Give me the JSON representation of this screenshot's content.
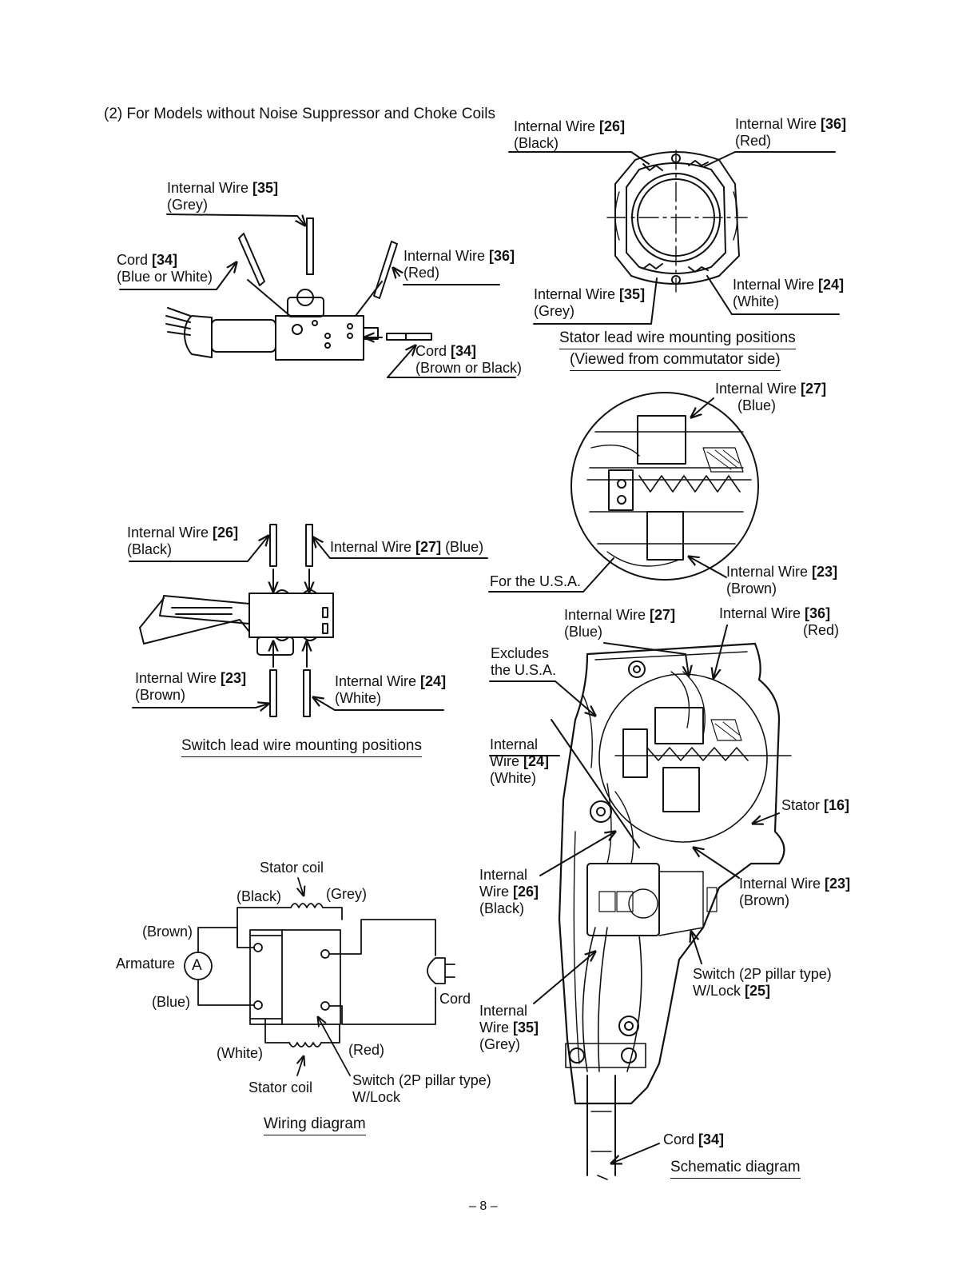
{
  "heading": "(2) For Models without Noise Suppressor and Choke Coils",
  "captions": {
    "stator": "Stator lead wire mounting positions",
    "stator_sub": "(Viewed from commutator side)",
    "switch": "Switch lead wire mounting positions",
    "wiring": "Wiring diagram",
    "schematic": "Schematic diagram"
  },
  "switch_top": {
    "w35": {
      "name": "Internal Wire ",
      "num": "[35]",
      "color": "(Grey)"
    },
    "c34a": {
      "name": "Cord ",
      "num": "[34]",
      "color": "(Blue or White)"
    },
    "w36": {
      "name": "Internal Wire ",
      "num": "[36]",
      "color": "(Red)"
    },
    "c34b": {
      "name": "Cord ",
      "num": "[34]",
      "color": "(Brown or Black)"
    }
  },
  "stator_view": {
    "w26": {
      "name": "Internal Wire ",
      "num": "[26]",
      "color": "(Black)"
    },
    "w36": {
      "name": "Internal Wire ",
      "num": "[36]",
      "color": "(Red)"
    },
    "w35": {
      "name": "Internal Wire ",
      "num": "[35]",
      "color": "(Grey)"
    },
    "w24": {
      "name": "Internal Wire ",
      "num": "[24]",
      "color": "(White)"
    }
  },
  "usa_view": {
    "w27": {
      "name": "Internal Wire ",
      "num": "[27]",
      "color": "(Blue)"
    },
    "w23": {
      "name": "Internal Wire ",
      "num": "[23]",
      "color": "(Brown)"
    },
    "usa": "For the U.S.A."
  },
  "switch_mid": {
    "w26": {
      "name": "Internal Wire ",
      "num": "[26]",
      "color": "(Black)"
    },
    "w27": {
      "name": "Internal Wire ",
      "num": "[27]",
      "color": " (Blue)"
    },
    "w23": {
      "name": "Internal Wire ",
      "num": "[23]",
      "color": "(Brown)"
    },
    "w24": {
      "name": "Internal Wire ",
      "num": "[24]",
      "color": "(White)"
    }
  },
  "wiring": {
    "stator_coil_top": "Stator coil",
    "black": "(Black)",
    "grey": "(Grey)",
    "brown": "(Brown)",
    "armature": "Armature",
    "motor_symbol": "A",
    "blue": "(Blue)",
    "cord": "Cord",
    "white": "(White)",
    "red": "(Red)",
    "stator_coil_bottom": "Stator coil",
    "switch_line1": "Switch (2P pillar type)",
    "switch_line2": "W/Lock"
  },
  "schematic": {
    "w27": {
      "name": "Internal Wire ",
      "num": "[27]",
      "color": "(Blue)"
    },
    "w36": {
      "name": "Internal Wire ",
      "num": "[36]",
      "color": "(Red)"
    },
    "excl1": "Excludes",
    "excl2": "the U.S.A.",
    "w24": {
      "l1": "Internal",
      "l2": "Wire ",
      "num": "[24]",
      "color": "(White)"
    },
    "stator": {
      "name": "Stator ",
      "num": "[16]"
    },
    "w26": {
      "l1": "Internal",
      "l2": "Wire ",
      "num": "[26]",
      "color": "(Black)"
    },
    "w23": {
      "name": "Internal Wire ",
      "num": "[23]",
      "color": "(Brown)"
    },
    "sw": {
      "l1": "Switch (2P pillar type)",
      "l2": "W/Lock ",
      "num": "[25]"
    },
    "w35": {
      "l1": "Internal",
      "l2": "Wire ",
      "num": "[35]",
      "color": "(Grey)"
    },
    "cord": {
      "name": "Cord ",
      "num": "[34]"
    }
  },
  "page_number": "– 8 –"
}
